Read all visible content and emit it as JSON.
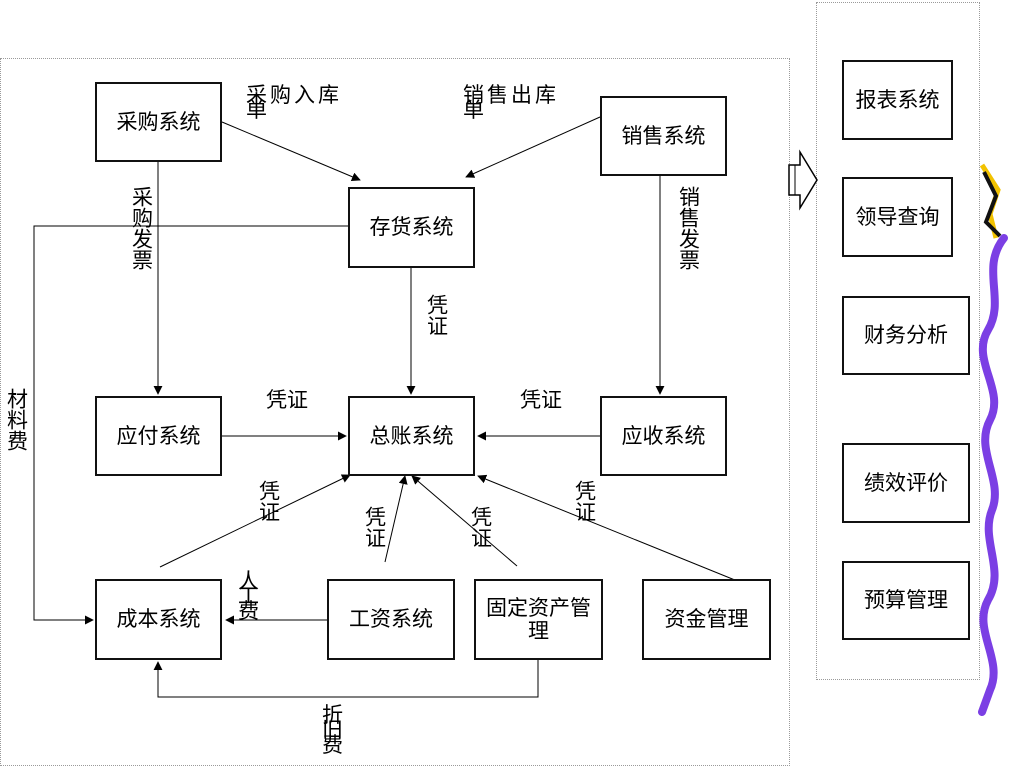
{
  "systems": {
    "purchase": "采购系统",
    "sales": "销售系统",
    "inventory": "存货系统",
    "payable": "应付系统",
    "ledger": "总账系统",
    "receivable": "应收系统",
    "cost": "成本系统",
    "payroll": "工资系统",
    "fixed_assets": "固定资产管理",
    "funds": "资金管理"
  },
  "edge_labels": {
    "purchase_in": "采购入库单",
    "sales_out": "销售出库单",
    "purchase_invoice": "采购发票",
    "sales_invoice": "销售发票",
    "voucher": "凭证",
    "material_cost": "材料费",
    "labor_cost": "人工费",
    "depreciation": "折旧费"
  },
  "outputs": [
    "报表系统",
    "领导查询",
    "财务分析",
    "绩效评价",
    "预算管理"
  ],
  "colors": {
    "ribbon": "#7b3fe4",
    "accent": "#f2c200"
  }
}
